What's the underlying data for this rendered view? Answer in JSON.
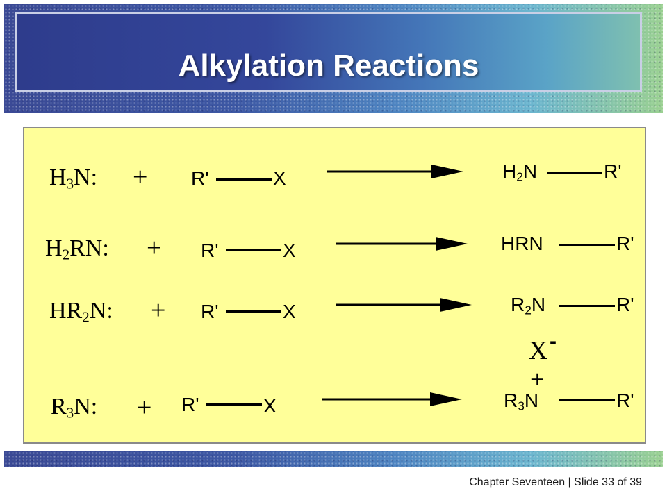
{
  "slide": {
    "title": "Alkylation Reactions",
    "footer": "Chapter Seventeen | Slide 33 of 39"
  },
  "reactions": [
    {
      "reactant_amine": {
        "pre": "H",
        "sub": "3",
        "post": "N:"
      },
      "plus": "+",
      "halide_r": "R'",
      "halide_x": "X",
      "product_left": {
        "pre": "H",
        "sub": "2",
        "post": "N"
      },
      "product_right": "R'"
    },
    {
      "reactant_amine": {
        "pre": "H",
        "sub": "2",
        "post": "RN:"
      },
      "plus": "+",
      "halide_r": "R'",
      "halide_x": "X",
      "product_left": {
        "pre": "HRN",
        "sub": "",
        "post": ""
      },
      "product_right": "R'"
    },
    {
      "reactant_amine": {
        "pre": "HR",
        "sub": "2",
        "post": "N:"
      },
      "plus": "+",
      "halide_r": "R'",
      "halide_x": "X",
      "product_left": {
        "pre": "R",
        "sub": "2",
        "post": "N"
      },
      "product_right": "R'"
    },
    {
      "reactant_amine": {
        "pre": "R",
        "sub": "3",
        "post": "N:"
      },
      "plus": "+",
      "halide_r": "R'",
      "halide_x": "X",
      "product_left": {
        "pre": "R",
        "sub": "3",
        "post": "N"
      },
      "product_right": "R'",
      "counter_ion": "X",
      "counter_charge": "-",
      "cation_charge": "+"
    }
  ]
}
